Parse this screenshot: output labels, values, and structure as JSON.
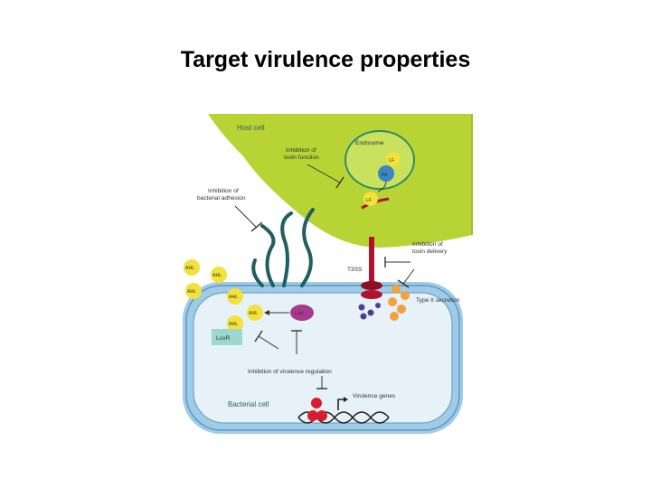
{
  "title": "Target virulence properties",
  "figure": {
    "host_cell": "Host cell",
    "endosome": "Endosome",
    "lf": "LF",
    "pa": "PA",
    "inhibition_toxin_function": [
      "Inhibition of",
      "toxin function"
    ],
    "inhibition_bacterial_adhesion": [
      "Inhibition of",
      "bacterial adhesion"
    ],
    "inhibition_toxin_delivery": [
      "Inhibition of",
      "toxin delivery"
    ],
    "t3ss": "T3SS",
    "type2_secretion": "Type II secretion",
    "ahl": "AHL",
    "luxi": "LuxI",
    "luxr": "LuxR",
    "inhibition_virulence_regulation": "Inhibition of virulence regulation",
    "bacterial_cell": "Bacterial cell",
    "virulence_genes": "Virulence genes",
    "colors": {
      "host_green": "#b7d434",
      "cell_outer": "#7fb6d9",
      "cell_inner": "#e6f1f8",
      "pili": "#1f5e63",
      "ahl_yellow": "#f2e23a",
      "luxi_purple": "#a8398e",
      "luxr_teal": "#9ed7cf",
      "t3ss_red": "#b0122b",
      "secretion_orange": "#f2a23c"
    }
  }
}
